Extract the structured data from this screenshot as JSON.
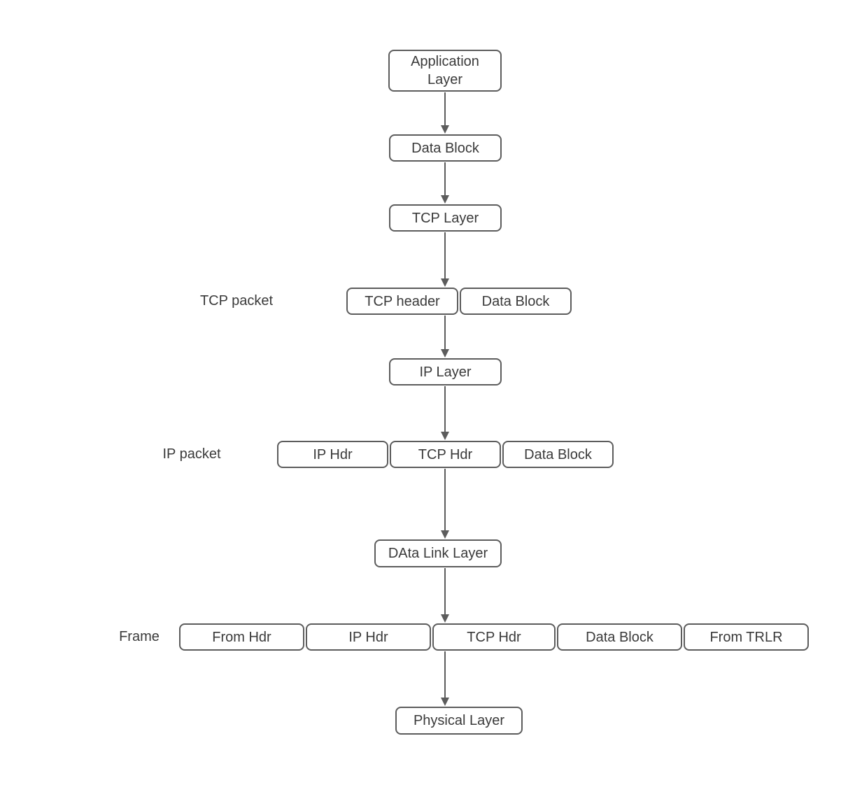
{
  "diagram": {
    "colors": {
      "border": "#5c5c5c",
      "text": "#3a3a3a",
      "arrow": "#5c5c5c",
      "background": "#ffffff"
    },
    "row_labels": {
      "tcp_packet": "TCP packet",
      "ip_packet": "IP packet",
      "frame": "Frame"
    },
    "nodes": {
      "application_layer": "Application Layer",
      "data_block": "Data Block",
      "tcp_layer": "TCP Layer",
      "tcp_header": "TCP header",
      "tcp_packet_data_block": "Data Block",
      "ip_layer": "IP Layer",
      "ip_hdr": "IP Hdr",
      "tcp_hdr": "TCP Hdr",
      "ip_packet_data_block": "Data Block",
      "data_link_layer": "DAta Link Layer",
      "frame_from_hdr": "From Hdr",
      "frame_ip_hdr": "IP Hdr",
      "frame_tcp_hdr": "TCP Hdr",
      "frame_data_block": "Data Block",
      "frame_from_trlr": "From TRLR",
      "physical_layer": "Physical Layer"
    }
  }
}
